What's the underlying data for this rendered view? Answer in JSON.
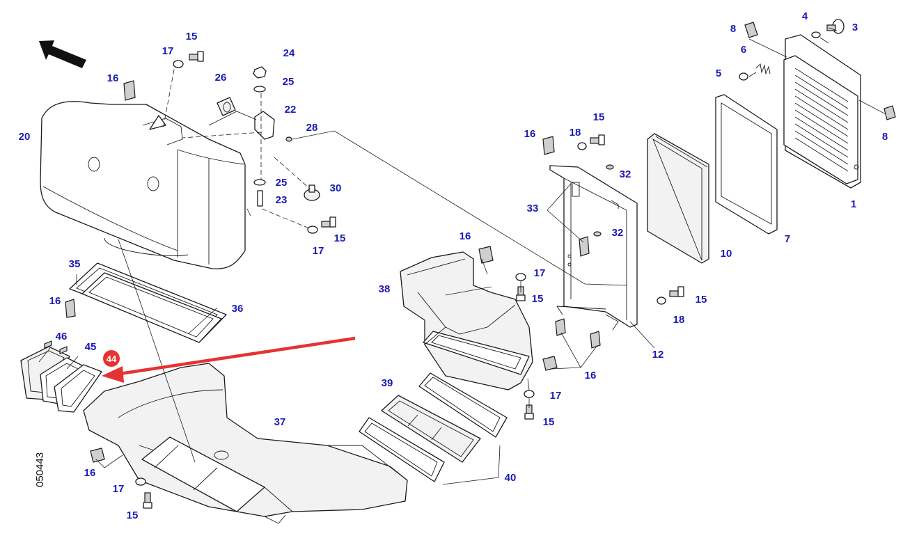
{
  "drawing": {
    "drawing_number": "050443",
    "label_color": "#1a1ab3",
    "highlight_color": "#e63232"
  },
  "callouts": [
    {
      "id": "c1",
      "text": "1"
    },
    {
      "id": "c3",
      "text": "3"
    },
    {
      "id": "c4",
      "text": "4"
    },
    {
      "id": "c5",
      "text": "5"
    },
    {
      "id": "c6",
      "text": "6"
    },
    {
      "id": "c7",
      "text": "7"
    },
    {
      "id": "c8a",
      "text": "8"
    },
    {
      "id": "c8b",
      "text": "8"
    },
    {
      "id": "c10",
      "text": "10"
    },
    {
      "id": "c12",
      "text": "12"
    },
    {
      "id": "c15a",
      "text": "15"
    },
    {
      "id": "c15b",
      "text": "15"
    },
    {
      "id": "c15c",
      "text": "15"
    },
    {
      "id": "c15d",
      "text": "15"
    },
    {
      "id": "c15e",
      "text": "15"
    },
    {
      "id": "c15f",
      "text": "15"
    },
    {
      "id": "c15g",
      "text": "15"
    },
    {
      "id": "c16a",
      "text": "16"
    },
    {
      "id": "c16b",
      "text": "16"
    },
    {
      "id": "c16c",
      "text": "16"
    },
    {
      "id": "c16d",
      "text": "16"
    },
    {
      "id": "c16e",
      "text": "16"
    },
    {
      "id": "c16f",
      "text": "16"
    },
    {
      "id": "c17a",
      "text": "17"
    },
    {
      "id": "c17b",
      "text": "17"
    },
    {
      "id": "c17c",
      "text": "17"
    },
    {
      "id": "c17d",
      "text": "17"
    },
    {
      "id": "c17e",
      "text": "17"
    },
    {
      "id": "c18a",
      "text": "18"
    },
    {
      "id": "c18b",
      "text": "18"
    },
    {
      "id": "c20",
      "text": "20"
    },
    {
      "id": "c22",
      "text": "22"
    },
    {
      "id": "c23",
      "text": "23"
    },
    {
      "id": "c24",
      "text": "24"
    },
    {
      "id": "c25a",
      "text": "25"
    },
    {
      "id": "c25b",
      "text": "25"
    },
    {
      "id": "c26",
      "text": "26"
    },
    {
      "id": "c28",
      "text": "28"
    },
    {
      "id": "c30",
      "text": "30"
    },
    {
      "id": "c32a",
      "text": "32"
    },
    {
      "id": "c32b",
      "text": "32"
    },
    {
      "id": "c33",
      "text": "33"
    },
    {
      "id": "c35",
      "text": "35"
    },
    {
      "id": "c36",
      "text": "36"
    },
    {
      "id": "c37",
      "text": "37"
    },
    {
      "id": "c38",
      "text": "38"
    },
    {
      "id": "c39",
      "text": "39"
    },
    {
      "id": "c40",
      "text": "40"
    },
    {
      "id": "c45",
      "text": "45"
    },
    {
      "id": "c46",
      "text": "46"
    }
  ],
  "highlighted_part": {
    "text": "44"
  }
}
